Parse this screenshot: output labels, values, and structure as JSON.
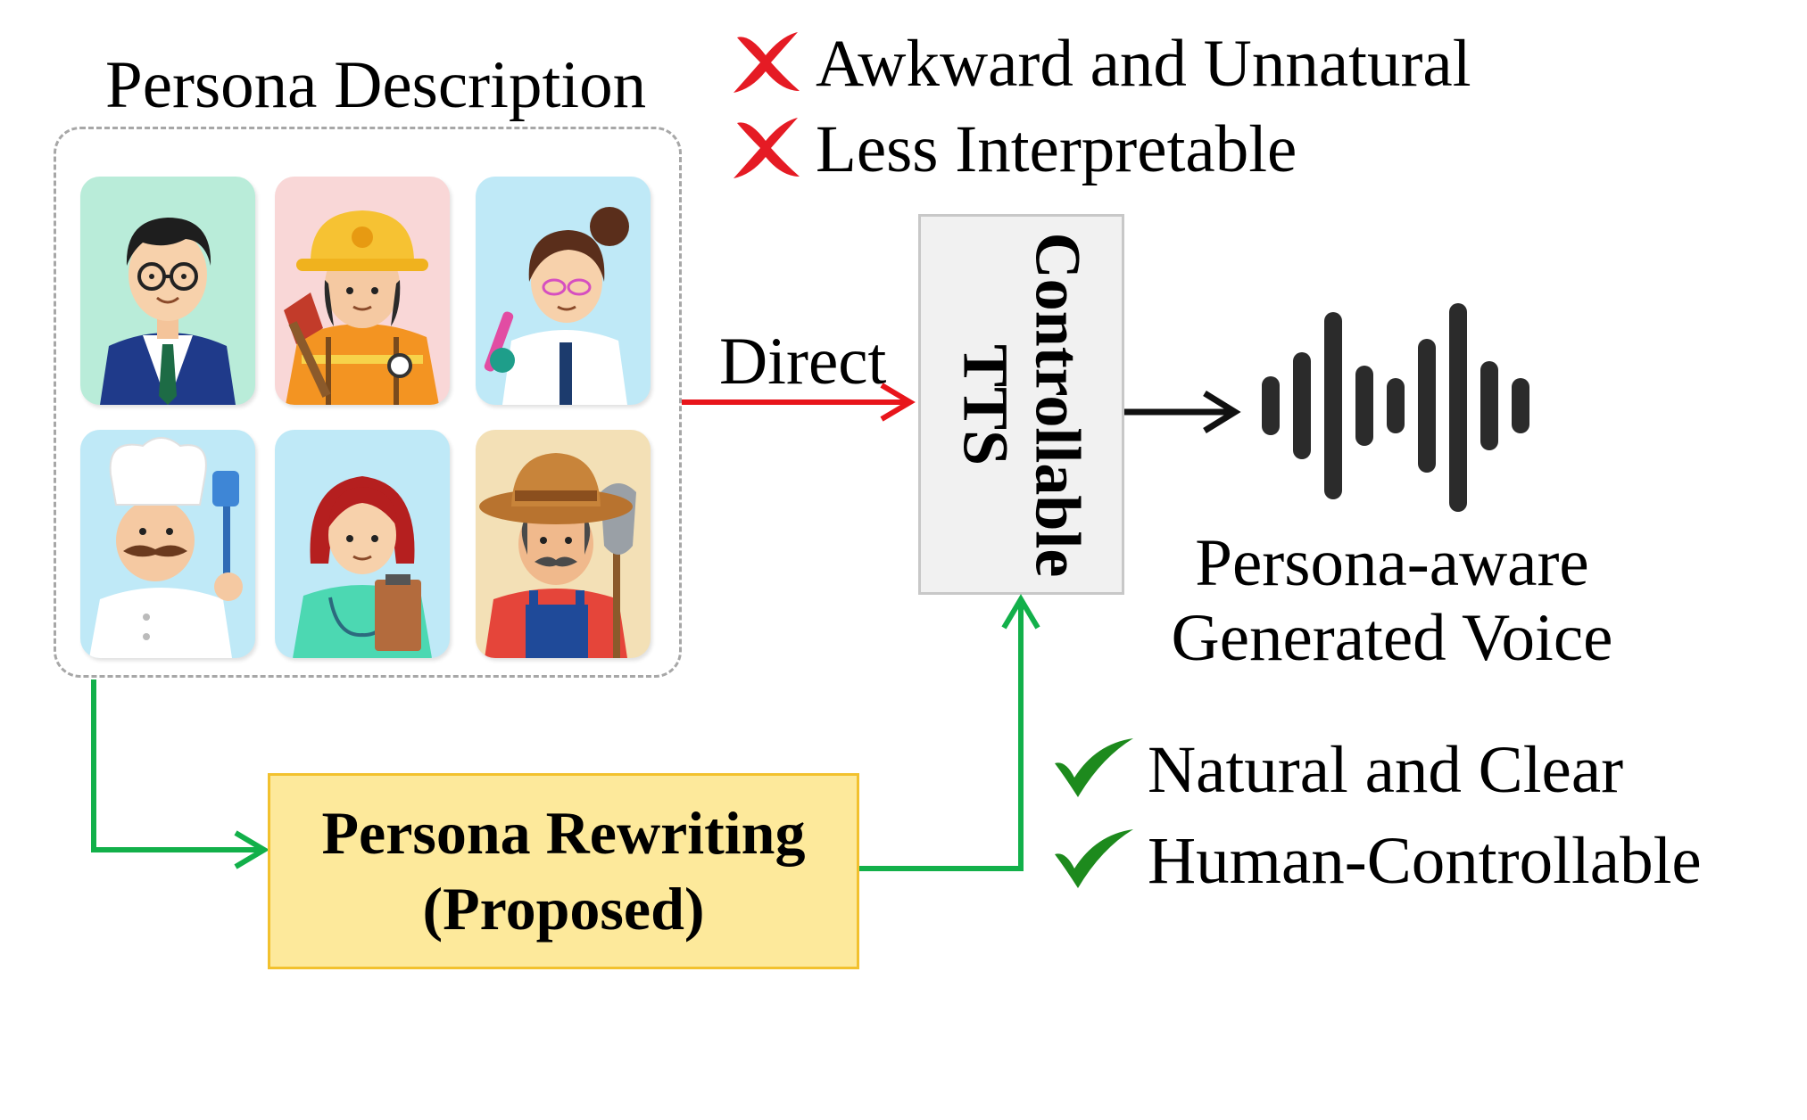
{
  "persona": {
    "title": "Persona Description",
    "tiles": [
      {
        "name": "businessman",
        "bg": "#b9ecd9"
      },
      {
        "name": "firefighter",
        "bg": "#f9d7d7"
      },
      {
        "name": "scientist",
        "bg": "#bfe9f7"
      },
      {
        "name": "chef",
        "bg": "#bfe9f7"
      },
      {
        "name": "nurse",
        "bg": "#bfe9f7"
      },
      {
        "name": "farmer",
        "bg": "#f3e0b6"
      }
    ]
  },
  "negatives": [
    {
      "icon": "cross-icon",
      "text": "Awkward and Unnatural"
    },
    {
      "icon": "cross-icon",
      "text": "Less Interpretable"
    }
  ],
  "positives": [
    {
      "icon": "check-icon",
      "text": "Natural and Clear"
    },
    {
      "icon": "check-icon",
      "text": "Human-Controllable"
    }
  ],
  "direct_label": "Direct",
  "tts": {
    "line1": "Controllable",
    "line2": "TTS"
  },
  "rewrite": {
    "line1": "Persona Rewriting",
    "line2": "(Proposed)"
  },
  "output": {
    "line1": "Persona-aware",
    "line2": "Generated Voice"
  },
  "colors": {
    "red_arrow": "#e8151b",
    "green_arrow": "#12b04a",
    "check": "#1d8a1d",
    "cross": "#e51b24",
    "wave": "#2b2b2b",
    "tts_fill": "#f1f1f1",
    "rewrite_fill": "#fde99b",
    "rewrite_border": "#f2c12e"
  }
}
